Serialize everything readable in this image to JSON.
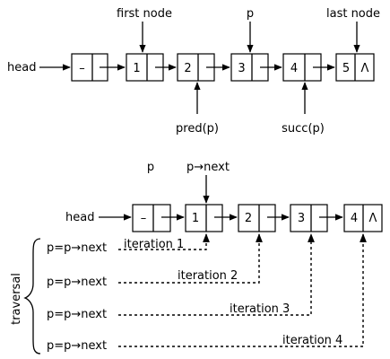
{
  "top_list": {
    "head_label": "head",
    "nodes": [
      "–",
      "1",
      "2",
      "3",
      "4",
      "5"
    ],
    "null_symbol": "Λ",
    "pointer_labels": {
      "first_node": "first node",
      "p": "p",
      "last_node": "last node",
      "pred": "pred(p)",
      "succ": "succ(p)"
    }
  },
  "bottom_list": {
    "head_label": "head",
    "nodes": [
      "–",
      "1",
      "2",
      "3",
      "4"
    ],
    "null_symbol": "Λ",
    "pointer_labels": {
      "p": "p",
      "p_next": "p→next"
    },
    "side_label": "traversal",
    "steps": [
      {
        "code": "p=p→next",
        "iteration": "iteration 1"
      },
      {
        "code": "p=p→next",
        "iteration": "iteration 2"
      },
      {
        "code": "p=p→next",
        "iteration": "iteration 3"
      },
      {
        "code": "p=p→next",
        "iteration": "iteration 4"
      }
    ]
  }
}
